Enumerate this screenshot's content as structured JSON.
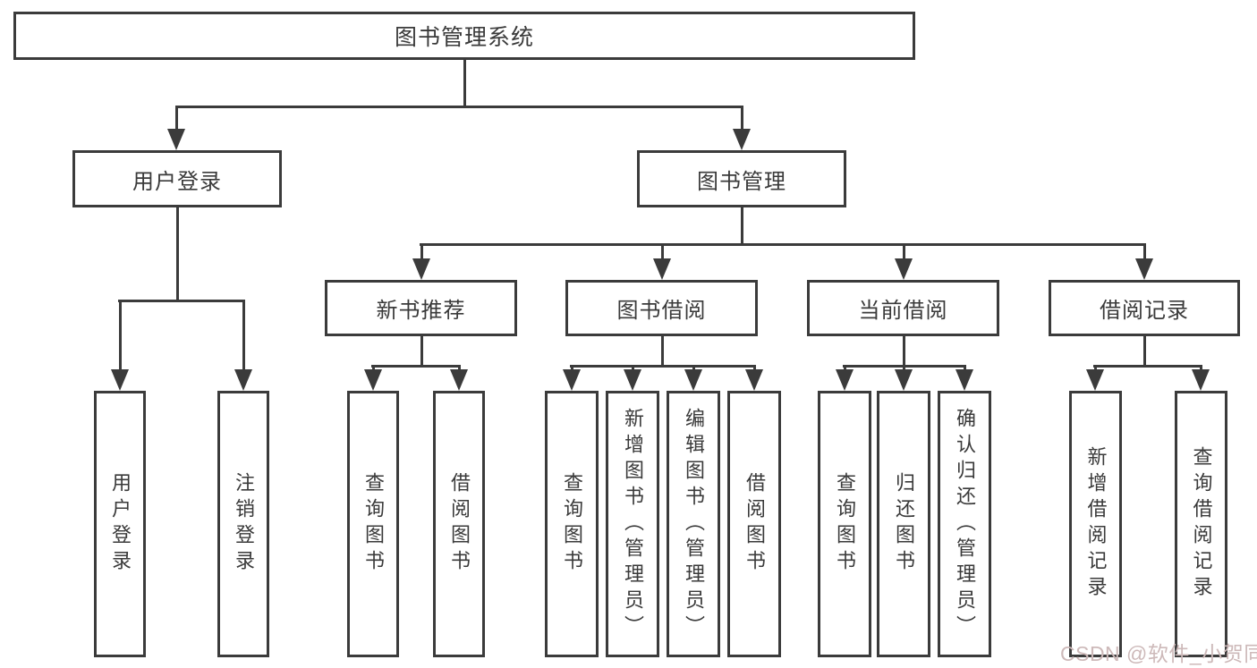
{
  "colors": {
    "line": "#3b3b3b",
    "text": "#3a3a3a",
    "watermark": "#cdb9b9",
    "background": "#ffffff"
  },
  "tree": {
    "root": "图书管理系统",
    "branches": [
      {
        "label": "用户登录",
        "children": [
          "用户登录",
          "注销登录"
        ]
      },
      {
        "label": "图书管理",
        "groups": [
          {
            "label": "新书推荐",
            "children": [
              "查询图书",
              "借阅图书"
            ]
          },
          {
            "label": "图书借阅",
            "children": [
              "查询图书",
              "新增图书（管理员）",
              "编辑图书（管理员）",
              "借阅图书"
            ]
          },
          {
            "label": "当前借阅",
            "children": [
              "查询图书",
              "归还图书",
              "确认归还（管理员）"
            ]
          },
          {
            "label": "借阅记录",
            "children": [
              "新增借阅记录",
              "查询借阅记录"
            ]
          }
        ]
      }
    ]
  },
  "watermark": {
    "text": "CSDN @软件_小贺同学"
  }
}
